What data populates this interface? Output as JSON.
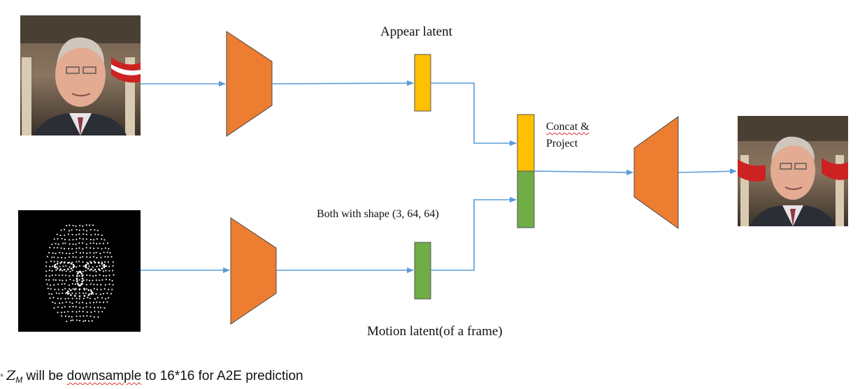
{
  "labels": {
    "appear_latent": "Appear latent",
    "concat_line1": "Concat &",
    "concat_line2": "Project",
    "both_shape": "Both with shape (3, 64, 64)",
    "motion_latent": "Motion latent(of a frame)"
  },
  "footnote": {
    "star": "*",
    "z_main": "Z",
    "z_sub": "M",
    "text_pre": " will be ",
    "text_spell": "downsample",
    "text_post": " to 16*16 for A2E prediction"
  },
  "colors": {
    "encoder": "#ED7D31",
    "appear_latent": "#FFC000",
    "motion_latent": "#70AD47",
    "arrow": "#5B9BD5"
  },
  "icons": {
    "source_face": "face-photo",
    "landmarks": "landmark-face",
    "output_face": "face-photo"
  }
}
